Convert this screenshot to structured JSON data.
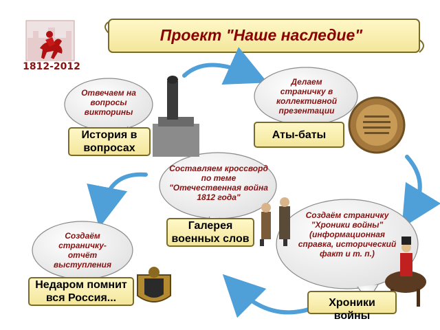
{
  "title": "Проект \"Наше наследие\"",
  "logo": {
    "years": "1812-2012",
    "icon": "horseman-emblem-icon"
  },
  "colors": {
    "scroll_fill": "#fbf3b8",
    "scroll_border": "#7a6a2a",
    "bubble_fill": "#f2f2f2",
    "bubble_text": "#8b1010",
    "title_text": "#8b0000",
    "arrow": "#5aa7dd"
  },
  "steps": [
    {
      "bubble": "Отвечаем на вопросы викторины",
      "label": "История в вопросах"
    },
    {
      "bubble": "Делаем страничку в коллективной презентации",
      "label": "Аты-баты"
    },
    {
      "bubble": "Создаём страничку \"Хроники войны\" (информационная справка, исторический факт и т. п.)",
      "label": "Хроники войны"
    },
    {
      "bubble": "Составляем кроссворд по теме \"Отечественная война 1812 года\"",
      "label": "Галерея военных слов"
    },
    {
      "bubble": "Создаём страничку-отчёт выступления",
      "label": "Недаром помнит вся Россия..."
    }
  ]
}
